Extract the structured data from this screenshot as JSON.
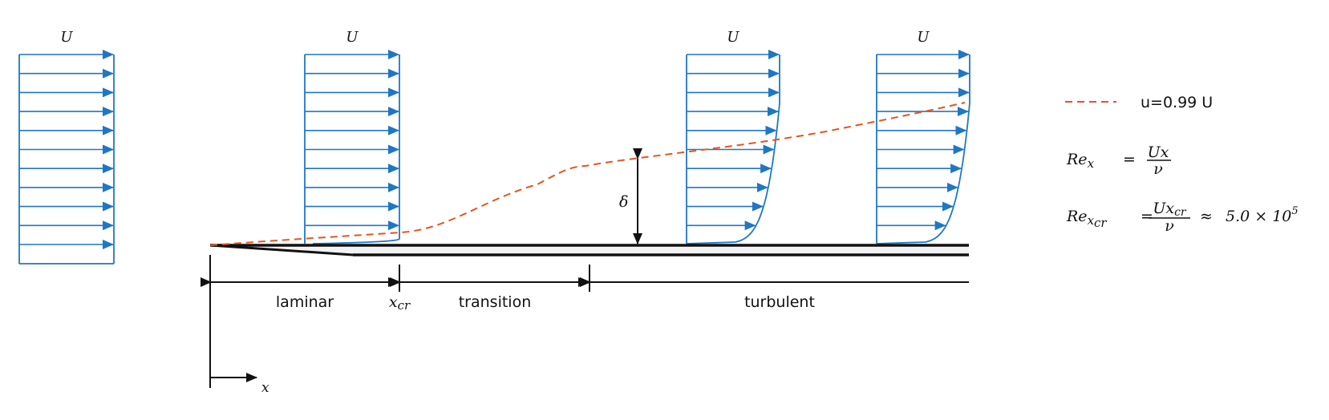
{
  "colors": {
    "profile": "#1f77c4",
    "boundary_layer": "#e2561f",
    "ink": "#111111",
    "plate_fill": "#f2f2f2"
  },
  "profiles": {
    "label": "U",
    "shapes": [
      "uniform",
      "uniform",
      "turbulent",
      "turbulent"
    ]
  },
  "regions": {
    "laminar": "laminar",
    "xcr_main": "x",
    "xcr_sub": "cr",
    "transition": "transition",
    "turbulent": "turbulent"
  },
  "delta_label": "δ",
  "axis_label": "x",
  "legend": {
    "line_label": "u=0.99 U"
  },
  "formulas": {
    "re_x": {
      "lhs": "Re",
      "lhs_sub": "x",
      "eq": "=",
      "num": "Ux",
      "den": "ν"
    },
    "re_xcr": {
      "lhs": "Re",
      "lhs_sub": "x",
      "lhs_subsub": "cr",
      "eq": "=",
      "num": "Ux",
      "num_sub": "cr",
      "den": "ν",
      "approx": "≈",
      "value": "5.0 × 10",
      "exp": "5"
    }
  }
}
